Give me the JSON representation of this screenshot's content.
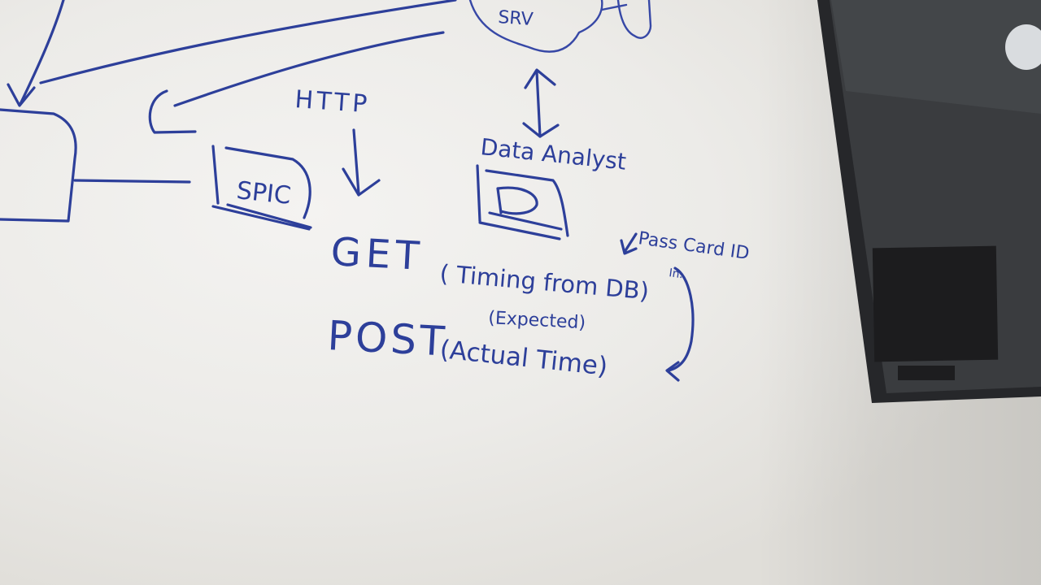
{
  "whiteboard": {
    "labels": {
      "srv": "SRV",
      "http": "HTTP",
      "spic": "SPIC",
      "data_analyst": "Data Analyst",
      "get": "GET",
      "get_detail": "( Timing from DB)",
      "expected": "(Expected)",
      "post": "POST",
      "post_detail": "(Actual Time)",
      "pass_card": "Pass Card ID",
      "in": "In."
    },
    "ink_color": "#2d3f9a"
  },
  "monitor": {
    "frame_color": "#2b2c2e",
    "screen_color": "#3b3d40"
  }
}
